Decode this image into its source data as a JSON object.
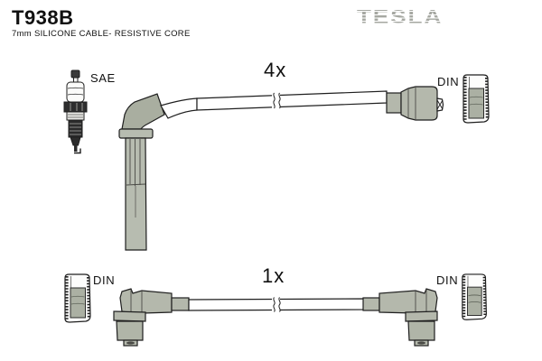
{
  "header": {
    "part_number": "T938B",
    "subtitle": "7mm SILICONE CABLE- RESISTIVE CORE",
    "brand": "TESLA"
  },
  "labels": {
    "spark_plug_standard": "SAE",
    "top_set_quantity": "4x",
    "top_set_connector": "DIN",
    "bottom_set_quantity": "1x",
    "bottom_set_connector_left": "DIN",
    "bottom_set_connector_right": "DIN"
  },
  "icons": {
    "spark_plug": "spark-plug-icon",
    "din_connector": "din-connector-cross-section-icon",
    "cable_break": "cable-break-mark",
    "pencil_boot": "coil-pencil-boot-4x",
    "straight_connector": "straight-plug-connector",
    "elbow_connector": "right-angle-plug-connector"
  },
  "colors": {
    "background": "#ffffff",
    "outline": "#1f1f1f",
    "boot_fill": "#b7bcb0",
    "elbow_fill": "#a9aea0",
    "connector_fill": "#b4b8ac",
    "din_inner_fill": "#abb0a3",
    "brand_gray": "#a6a8a2",
    "text": "#111111"
  }
}
